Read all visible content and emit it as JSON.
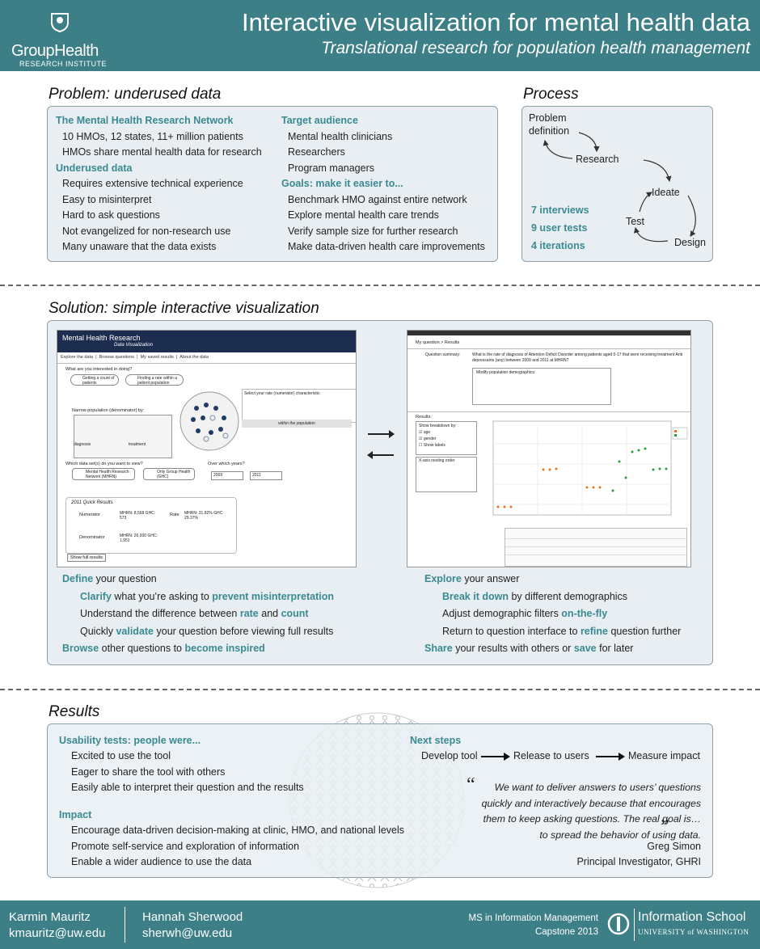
{
  "header": {
    "org_name": "GroupHealth",
    "org_sub": "RESEARCH INSTITUTE",
    "title": "Interactive visualization for mental health data",
    "subtitle": "Translational research for population health management"
  },
  "problem": {
    "heading": "Problem: underused data",
    "col1": [
      {
        "kind": "h",
        "text": "The Mental Health Research Network"
      },
      {
        "kind": "t",
        "text": "10 HMOs, 12 states, 11+ million patients"
      },
      {
        "kind": "t",
        "text": "HMOs share mental health data for research"
      },
      {
        "kind": "h",
        "text": "Underused data"
      },
      {
        "kind": "t",
        "text": "Requires extensive technical experience"
      },
      {
        "kind": "t",
        "text": "Easy to misinterpret"
      },
      {
        "kind": "t",
        "text": "Hard to ask questions"
      },
      {
        "kind": "t",
        "text": "Not evangelized for non-research use"
      },
      {
        "kind": "t",
        "text": "Many unaware that the data exists"
      }
    ],
    "col2": [
      {
        "kind": "h",
        "text": "Target audience"
      },
      {
        "kind": "t",
        "text": "Mental health clinicians"
      },
      {
        "kind": "t",
        "text": "Researchers"
      },
      {
        "kind": "t",
        "text": "Program managers"
      },
      {
        "kind": "h",
        "text": "Goals: make it easier to..."
      },
      {
        "kind": "t",
        "text": "Benchmark HMO against entire network"
      },
      {
        "kind": "t",
        "text": "Explore mental health care trends"
      },
      {
        "kind": "t",
        "text": "Verify sample size for further research"
      },
      {
        "kind": "t",
        "text": "Make data-driven health care improvements"
      }
    ]
  },
  "process": {
    "heading": "Process",
    "steps": [
      "Problem definition",
      "Research",
      "Ideate",
      "Test",
      "Design"
    ],
    "stats": [
      "7 interviews",
      "9 user tests",
      "4 iterations"
    ]
  },
  "solution": {
    "heading": "Solution: simple interactive visualization",
    "app_title": "Mental Health Research",
    "app_subtitle": "Data Visualization",
    "app_tabs": [
      "Explore the data",
      "Browse questions",
      "My saved results",
      "About the data"
    ],
    "q_interest": "What are you interested in doing?",
    "opt_count": "Getting a count of patients",
    "opt_rate": "Finding a rate within a patient population",
    "narrow": "Narrow population (denominator) by:",
    "select_rate": "Select your rate (numerator) characteristic:",
    "diag": "diagnosis",
    "treat": "treatment",
    "within": "within the population",
    "which_data": "Which data set(s) do you want to view?",
    "mhrn": "Mental Health Research Network (MHRN)",
    "ghc": "Only Group Health (GHC)",
    "over_years": "Over which years?",
    "year_from": "2009",
    "year_to": "2011",
    "quick_title": "2011 Quick Results",
    "numerator": "Numerator",
    "denominator": "Denominator",
    "rate": "Rate",
    "num_vals": "MHRN: 8,568  GHC: 573",
    "den_vals": "MHRN: 26,930  GHC: 1,951",
    "rate_vals": "MHRN: 31.82%  GHC: 29.37%",
    "show_full": "Show full results",
    "r_breadcrumb": "My question  >  Results",
    "r_summary_label": "Question summary:",
    "r_summary": "What is the rate of diagnosis of Attention Deficit Disorder among patients aged 0-17 that were receiving treatment Anti depressants (any) between 2009 and 2011 at MHRN?",
    "r_modify": "Modify population demographics:",
    "r_results": "Results:",
    "r_breakdown": "Show breakdown by:",
    "r_age": "age",
    "r_gender": "gender",
    "r_labels": "Show labels",
    "r_xaxis": "X-axis nesting order",
    "left_items": [
      {
        "parts": [
          [
            "b",
            "Define"
          ],
          [
            "n",
            " your question"
          ]
        ],
        "indent": 0
      },
      {
        "parts": [
          [
            "b",
            "Clarify"
          ],
          [
            "n",
            " what you’re asking to "
          ],
          [
            "b",
            "prevent misinterpretation"
          ]
        ],
        "indent": 1
      },
      {
        "parts": [
          [
            "n",
            "Understand the difference between "
          ],
          [
            "b",
            "rate"
          ],
          [
            "n",
            " and "
          ],
          [
            "b",
            "count"
          ]
        ],
        "indent": 1
      },
      {
        "parts": [
          [
            "n",
            "Quickly "
          ],
          [
            "b",
            "validate"
          ],
          [
            "n",
            " your question before viewing full results"
          ]
        ],
        "indent": 1
      },
      {
        "parts": [
          [
            "b",
            "Browse"
          ],
          [
            "n",
            " other questions to "
          ],
          [
            "b",
            "become inspired"
          ]
        ],
        "indent": 0
      }
    ],
    "right_items": [
      {
        "parts": [
          [
            "b",
            "Explore"
          ],
          [
            "n",
            " your answer"
          ]
        ],
        "indent": 0
      },
      {
        "parts": [
          [
            "b",
            "Break it down"
          ],
          [
            "n",
            " by different demographics"
          ]
        ],
        "indent": 1
      },
      {
        "parts": [
          [
            "n",
            "Adjust demographic filters "
          ],
          [
            "b",
            "on-the-fly"
          ]
        ],
        "indent": 1
      },
      {
        "parts": [
          [
            "n",
            "Return to question interface to "
          ],
          [
            "b",
            "refine"
          ],
          [
            "n",
            " question further"
          ]
        ],
        "indent": 1
      },
      {
        "parts": [
          [
            "b",
            "Share"
          ],
          [
            "n",
            " your results with others or "
          ],
          [
            "b",
            "save"
          ],
          [
            "n",
            " for later"
          ]
        ],
        "indent": 0
      }
    ]
  },
  "results": {
    "heading": "Results",
    "usability_h": "Usability tests: people were...",
    "usability": [
      "Excited to use the tool",
      "Eager to share the tool with others",
      "Easily able to interpret their question and the results"
    ],
    "impact_h": "Impact",
    "impact": [
      "Encourage data-driven decision-making at clinic, HMO, and national levels",
      "Promote self-service and exploration of information",
      "Enable a wider audience to use the data"
    ],
    "next_h": "Next steps",
    "next": [
      "Develop tool",
      "Release to users",
      "Measure impact"
    ],
    "quote": "We want to deliver answers to users’ questions quickly and interactively because that encourages them to keep asking questions. The real goal is…to spread the behavior of using data.",
    "quote_author": "Greg Simon",
    "quote_role": "Principal Investigator, GHRI"
  },
  "footer": {
    "p1_name": "Karmin Mauritz",
    "p1_email": "kmauritz@uw.edu",
    "p2_name": "Hannah Sherwood",
    "p2_email": "sherwh@uw.edu",
    "program": "MS in Information Management",
    "capstone": "Capstone 2013",
    "school": "Information School",
    "university": "UNIVERSITY of WASHINGTON"
  }
}
